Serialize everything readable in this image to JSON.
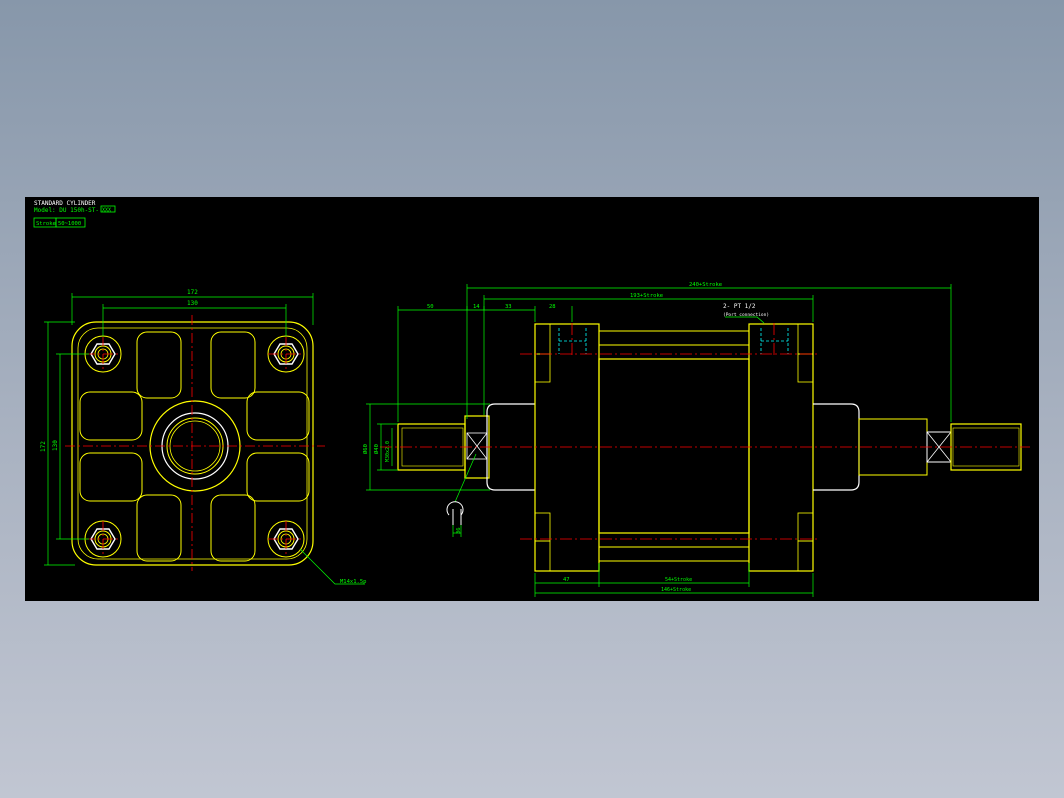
{
  "title_block": {
    "line1": "STANDARD CYLINDER",
    "model_prefix": "Model: DU 150h-ST-",
    "model_box": "XXX",
    "stroke_label": "Stroke",
    "stroke_value": "50~1000"
  },
  "front_view": {
    "dim_outer_width": "172",
    "dim_bolt_width": "130",
    "dim_outer_height": "172",
    "dim_bolt_height": "130",
    "thread_note": "M14x1.5p"
  },
  "side_view": {
    "dim_overall": "240+Stroke",
    "dim_body": "193+Stroke",
    "dim_rod_ext": "50",
    "dim_14": "14",
    "dim_33": "33",
    "dim_28": "28",
    "port_note": "2- PT 1/2",
    "port_sub": "(Port connection)",
    "dim_flange": "47",
    "dim_tube": "54+Stroke",
    "dim_total_bottom": "146+Stroke",
    "dim_phi60": "Ø60",
    "dim_phi40": "Ø40",
    "dim_thread": "M30x2.0",
    "dim_wrench": "36"
  },
  "colors": {
    "dimension": "#00ff00",
    "outline": "#ffff00",
    "centerline": "#ff0000",
    "hidden": "#00ffff",
    "white": "#ffffff",
    "canvas": "#000000"
  }
}
